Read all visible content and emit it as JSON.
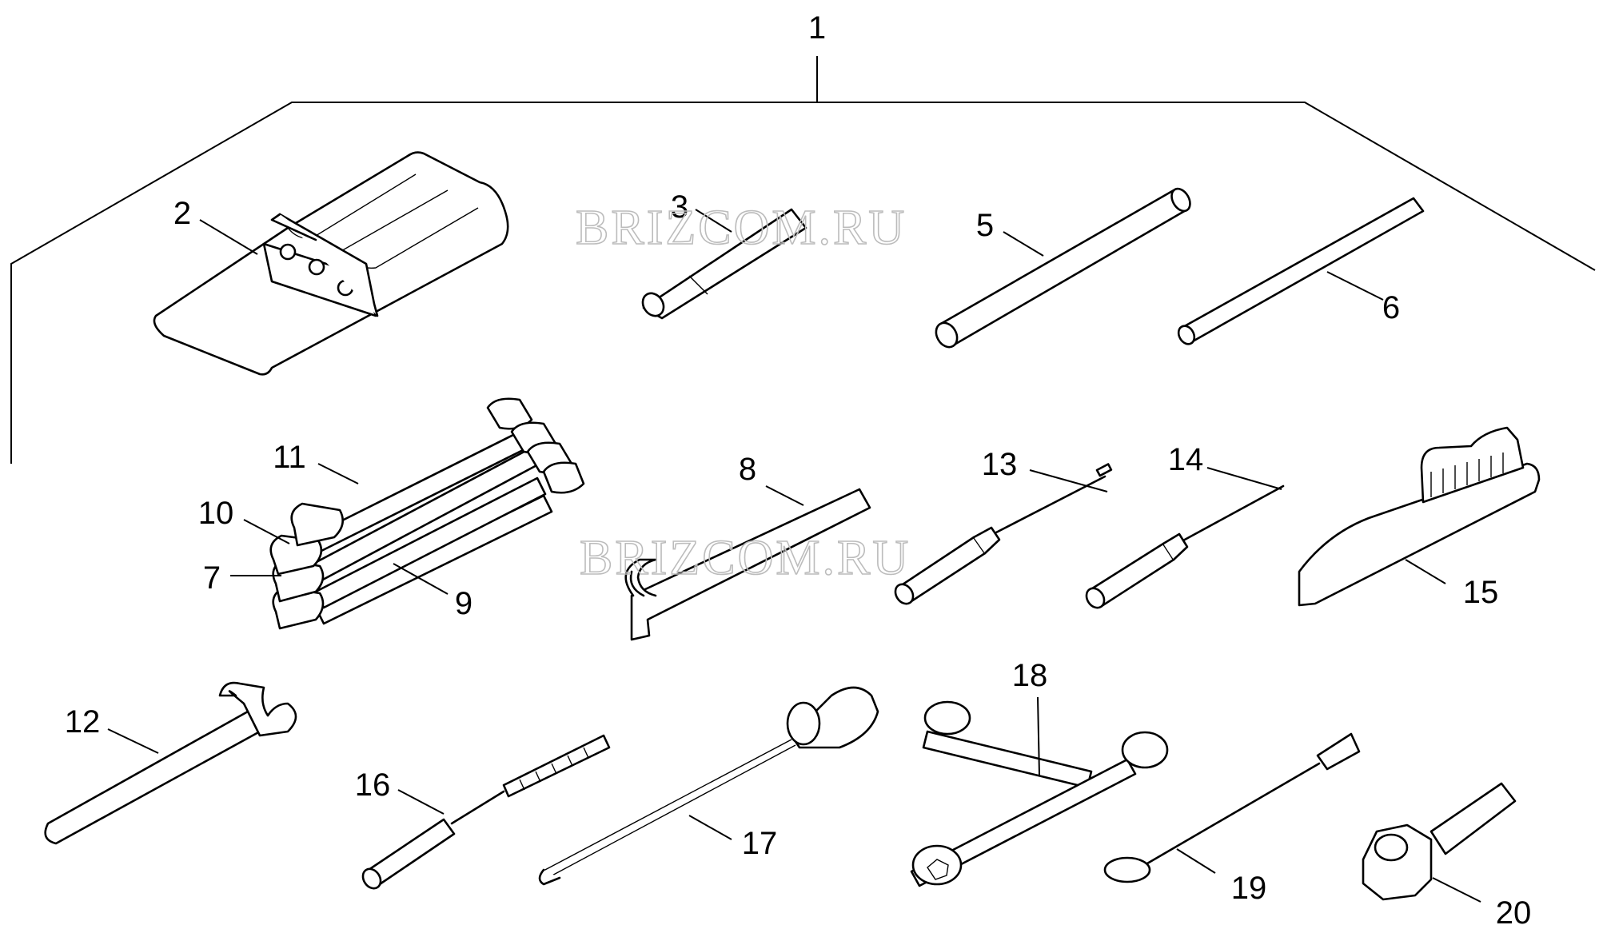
{
  "watermarks": [
    "BRIZCOM.RU",
    "BRIZCOM.RU"
  ],
  "callouts": [
    "1",
    "2",
    "3",
    "5",
    "6",
    "8",
    "11",
    "10",
    "7",
    "9",
    "13",
    "14",
    "15",
    "12",
    "16",
    "17",
    "18",
    "19",
    "20"
  ],
  "colors": {
    "line": "#000000",
    "background": "#ffffff",
    "watermark": "#bcbcbc"
  }
}
